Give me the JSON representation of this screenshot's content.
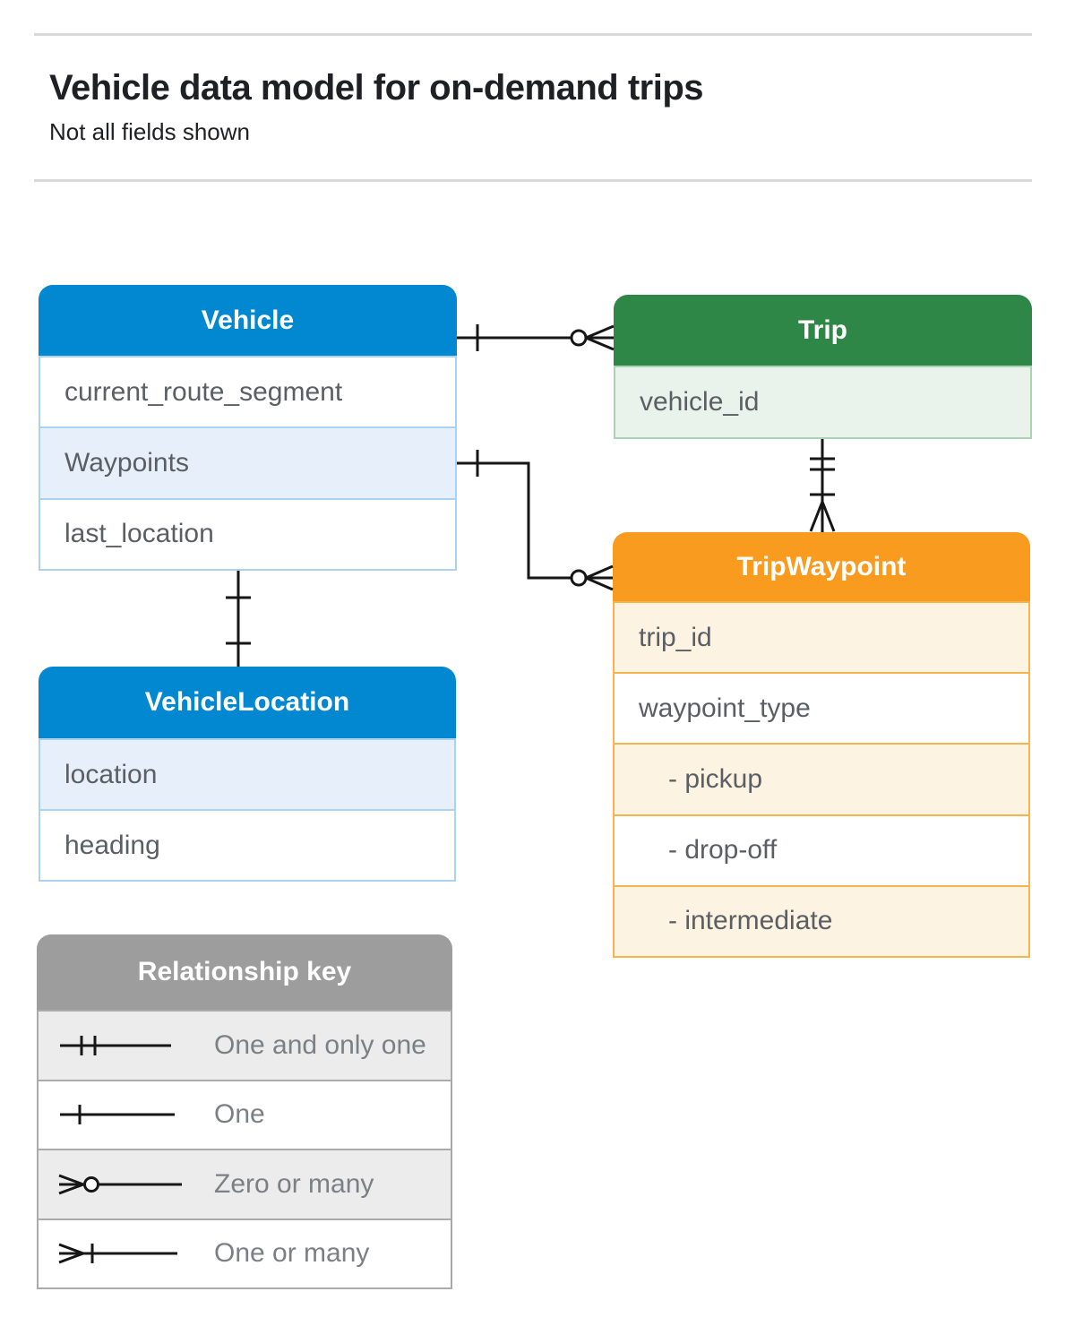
{
  "page": {
    "title": "Vehicle data model for on-demand trips",
    "subtitle": "Not all fields shown"
  },
  "entities": {
    "vehicle": {
      "title": "Vehicle",
      "accent_color": "#0288d1",
      "fields": [
        "current_route_segment",
        "Waypoints",
        "last_location"
      ]
    },
    "trip": {
      "title": "Trip",
      "accent_color": "#2e8746",
      "fields": [
        "vehicle_id"
      ]
    },
    "trip_waypoint": {
      "title": "TripWaypoint",
      "accent_color": "#f89b1e",
      "fields": [
        "trip_id",
        "waypoint_type",
        "- pickup",
        "- drop-off",
        "- intermediate"
      ]
    },
    "vehicle_location": {
      "title": "VehicleLocation",
      "accent_color": "#0288d1",
      "fields": [
        "location",
        "heading"
      ]
    }
  },
  "legend": {
    "title": "Relationship key",
    "accent_color": "#9d9d9d",
    "items": [
      {
        "symbol": "one-and-only-one",
        "label": "One and only one"
      },
      {
        "symbol": "one",
        "label": "One"
      },
      {
        "symbol": "zero-or-many",
        "label": "Zero or many"
      },
      {
        "symbol": "one-or-many",
        "label": "One or many"
      }
    ]
  },
  "relationships": [
    {
      "from": "Vehicle",
      "to": "Trip",
      "from_end": "one",
      "to_end": "zero-or-many"
    },
    {
      "from": "Vehicle.Waypoints",
      "to": "TripWaypoint",
      "from_end": "one",
      "to_end": "zero-or-many"
    },
    {
      "from": "Trip",
      "to": "TripWaypoint",
      "from_end": "one-and-only-one",
      "to_end": "one-or-many"
    },
    {
      "from": "Vehicle.last_location",
      "to": "VehicleLocation",
      "from_end": "one",
      "to_end": "one"
    }
  ]
}
